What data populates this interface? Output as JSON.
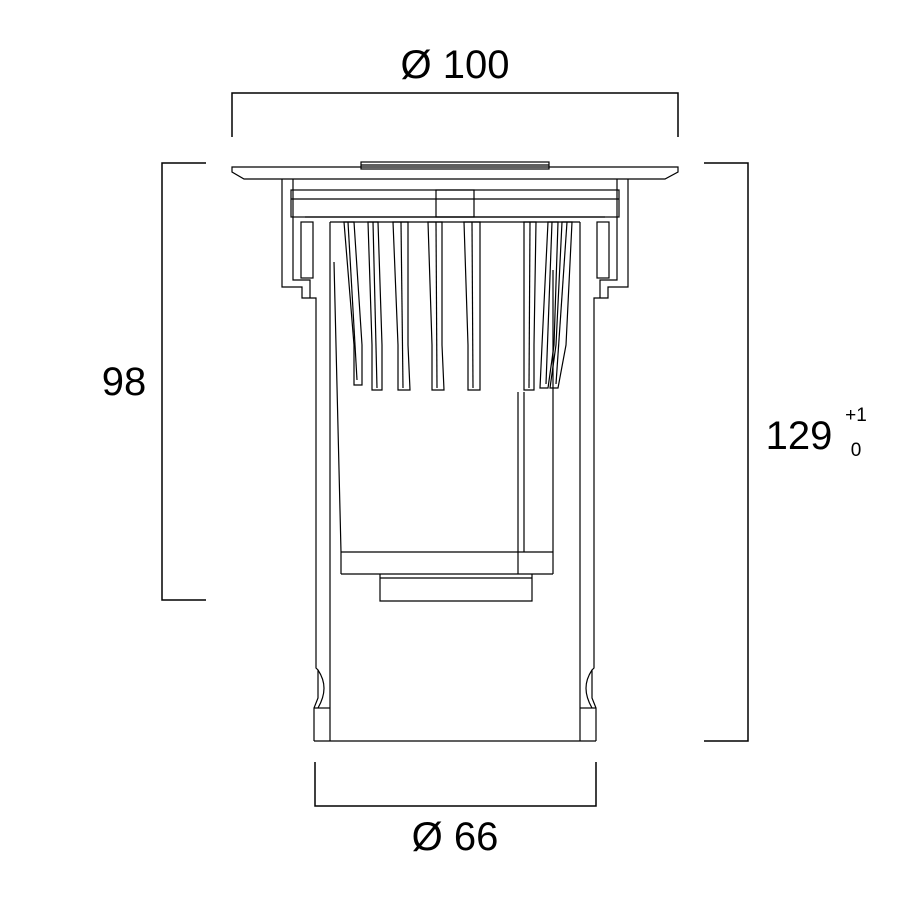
{
  "drawing": {
    "colors": {
      "line": "#000000",
      "background": "#ffffff"
    },
    "dimensions": {
      "top_diameter": "Ø 100",
      "bottom_diameter": "Ø 66",
      "recess_height": "98",
      "total_height": "129",
      "total_height_tolerance_upper": "+1",
      "total_height_tolerance_lower": "0"
    }
  }
}
